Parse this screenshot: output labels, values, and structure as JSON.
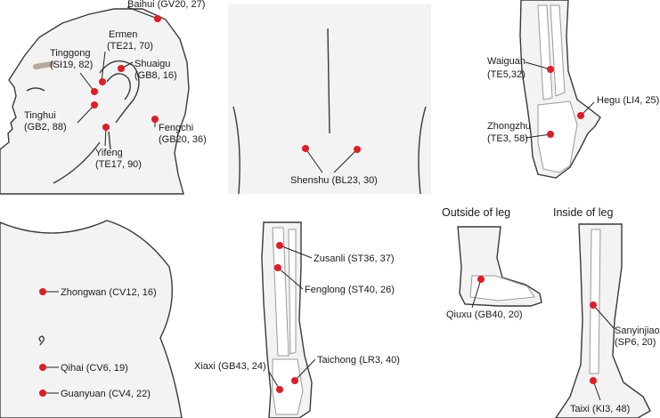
{
  "colors": {
    "point": "#e31b23",
    "skin": "#f3f3f3",
    "outline": "#3a3a3a",
    "bone": "#ffffff",
    "line": "#222222"
  },
  "headers": {
    "outside_leg": "Outside of leg",
    "inside_leg": "Inside of leg"
  },
  "points": {
    "baihui": "Baihui (GV20, 27)",
    "ermen": "Ermen",
    "ermen_code": "(TE21, 70)",
    "tinggong": "Tinggong",
    "tinggong_code": "(SI19, 82)",
    "shuaigu": "Shuaigu",
    "shuaigu_code": "(GB8, 16)",
    "tinghui": "Tinghui",
    "tinghui_code": "(GB2, 88)",
    "fengchi": "Fengchi",
    "fengchi_code": "(GB20, 36)",
    "yifeng": "Yifeng",
    "yifeng_code": "(TE17, 90)",
    "shenshu": "Shenshu (BL23, 30)",
    "waiguan": "Waiguan",
    "waiguan_code": "(TE5,32)",
    "hegu": "Hegu (LI4, 25)",
    "zhongzhu": "Zhongzhu",
    "zhongzhu_code": "(TE3, 58)",
    "zhongwan": "Zhongwan (CV12, 16)",
    "qihai": "Qihai (CV6, 19)",
    "guanyuan": "Guanyuan (CV4, 22)",
    "zusanli": "Zusanli (ST36, 37)",
    "fenglong": "Fenglong (ST40, 26)",
    "xiaxi": "Xiaxi (GB43, 24)",
    "taichong": "Taichong (LR3, 40)",
    "qiuxu": "Qiuxu (GB40, 20)",
    "sanyinjiao": "Sanyinjiao",
    "sanyinjiao_code": "(SP6, 20)",
    "taixi": "Taixi (KI3, 48)"
  }
}
